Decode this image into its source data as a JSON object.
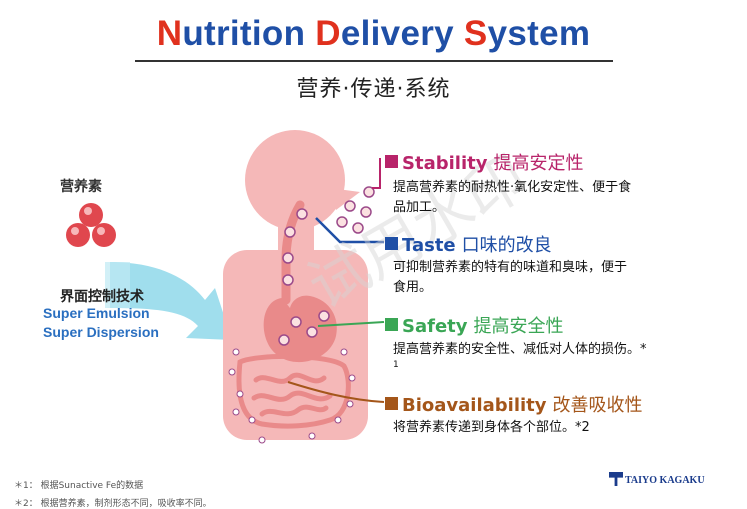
{
  "title": {
    "words": [
      {
        "initial": "N",
        "rest": "utrition "
      },
      {
        "initial": "D",
        "rest": "elivery "
      },
      {
        "initial": "S",
        "rest": "ystem"
      }
    ]
  },
  "subtitle": "营养·传递·系统",
  "left": {
    "nutrient_label": "营养素",
    "technology_label": "界面控制技术",
    "technology_items": [
      "Super Emulsion",
      "Super Dispersion"
    ]
  },
  "watermark": "试用水印",
  "features": [
    {
      "key": "stability",
      "title_en": "Stability",
      "title_cn": "提高安定性",
      "color": "#b8246a",
      "desc_lines": [
        "提高营养素的耐热性·氧化安定性、便于食",
        "品加工。"
      ]
    },
    {
      "key": "taste",
      "title_en": "Taste",
      "title_cn": "口味的改良",
      "color": "#1f4fa6",
      "desc_lines": [
        "可抑制营养素的特有的味道和臭味，便于",
        "食用。"
      ]
    },
    {
      "key": "safety",
      "title_en": "Safety",
      "title_cn": "提高安全性",
      "color": "#3aa655",
      "desc_lines": [
        "提高营养素的安全性、减低对人体的损伤。*",
        "1"
      ]
    },
    {
      "key": "bioavailability",
      "title_en": "Bioavailability",
      "title_cn": "改善吸收性",
      "color": "#a4561a",
      "desc_lines": [
        "将营养素传递到身体各个部位。*2"
      ]
    }
  ],
  "footnotes": [
    "＊1： 根据Sunactive Fe的数据",
    "＊2： 根据营养素，制剂形态不同，吸收率不同。"
  ],
  "logo_text": "TAIYO KAGAKU",
  "colors": {
    "title_initial": "#e0311e",
    "title_text": "#1f4fa6",
    "body_pink": "#f4b3b3",
    "organ_pink": "#e88a8a",
    "arrow_teal": "#7fd3e6"
  }
}
